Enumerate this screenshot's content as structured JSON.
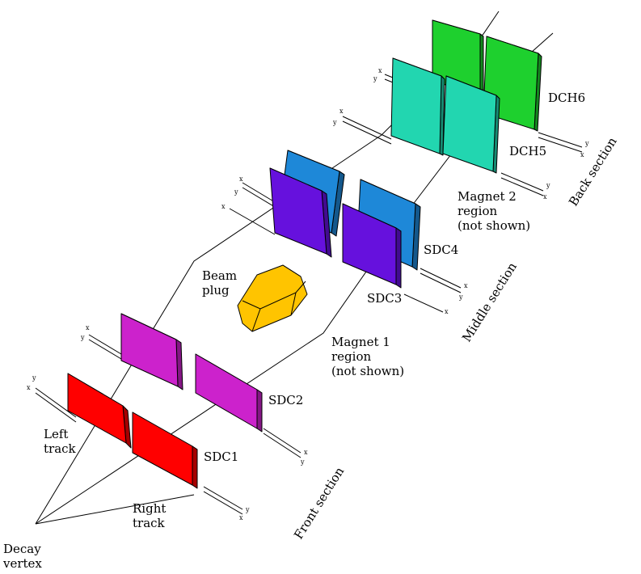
{
  "labels": {
    "decay_vertex": [
      "Decay",
      "vertex"
    ],
    "left_track": [
      "Left",
      "track"
    ],
    "right_track": [
      "Right",
      "track"
    ],
    "beam_plug": [
      "Beam",
      "plug"
    ],
    "magnet1": [
      "Magnet 1",
      "region",
      "(not shown)"
    ],
    "magnet2": [
      "Magnet 2",
      "region",
      "(not shown)"
    ],
    "sdc1": "SDC1",
    "sdc2": "SDC2",
    "sdc3": "SDC3",
    "sdc4": "SDC4",
    "dch5": "DCH5",
    "dch6": "DCH6"
  },
  "sections": {
    "front": "Front section",
    "middle": "Middle section",
    "back": "Back section"
  },
  "axes": {
    "x": "x",
    "y": "y"
  },
  "colors": {
    "sdc1": "#ff0000",
    "sdc2": "#cc22cc",
    "sdc3": "#6611dd",
    "sdc4": "#1e88d8",
    "dch5": "#22d6b0",
    "dch6": "#1ed02e",
    "beam_plug": "#ffc400"
  }
}
